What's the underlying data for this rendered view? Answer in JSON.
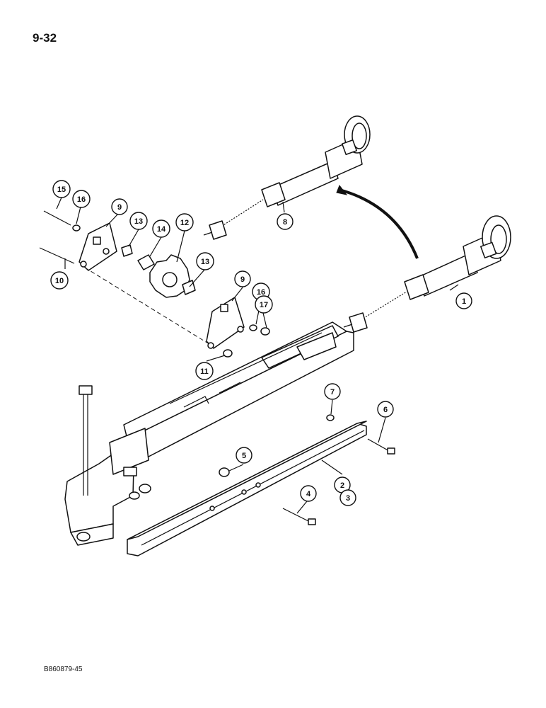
{
  "page": {
    "number": "9-32",
    "figure_code": "B860879-45"
  },
  "callouts": [
    {
      "id": "c1",
      "label": "1"
    },
    {
      "id": "c2",
      "label": "2"
    },
    {
      "id": "c3",
      "label": "3"
    },
    {
      "id": "c4",
      "label": "4"
    },
    {
      "id": "c5",
      "label": "5"
    },
    {
      "id": "c6",
      "label": "6"
    },
    {
      "id": "c7",
      "label": "7"
    },
    {
      "id": "c8",
      "label": "8"
    },
    {
      "id": "c9a",
      "label": "9"
    },
    {
      "id": "c9b",
      "label": "9"
    },
    {
      "id": "c10",
      "label": "10"
    },
    {
      "id": "c11",
      "label": "11"
    },
    {
      "id": "c12",
      "label": "12"
    },
    {
      "id": "c13a",
      "label": "13"
    },
    {
      "id": "c13b",
      "label": "13"
    },
    {
      "id": "c14",
      "label": "14"
    },
    {
      "id": "c15",
      "label": "15"
    },
    {
      "id": "c16a",
      "label": "16"
    },
    {
      "id": "c16b",
      "label": "16"
    },
    {
      "id": "c17",
      "label": "17"
    }
  ]
}
